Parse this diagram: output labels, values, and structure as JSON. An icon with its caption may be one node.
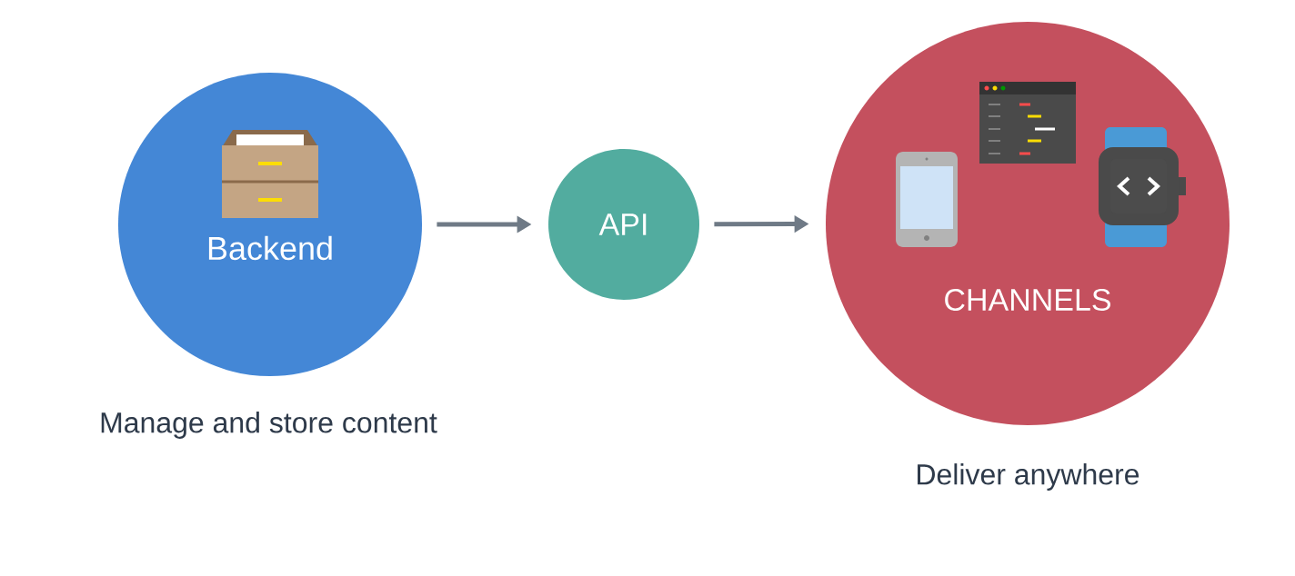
{
  "diagram": {
    "nodes": [
      {
        "text": [
          "Backend"
        ],
        "beside": [
          "Manage and store content"
        ]
      },
      {
        "text": [
          "API"
        ]
      },
      {
        "text": [
          "CHANNELS"
        ],
        "beside": [
          "Deliver anywhere"
        ]
      }
    ],
    "edges": [
      {
        "from": 0,
        "to": 1,
        "arrow": "to"
      },
      {
        "from": 1,
        "to": 2,
        "arrow": "to"
      }
    ]
  }
}
